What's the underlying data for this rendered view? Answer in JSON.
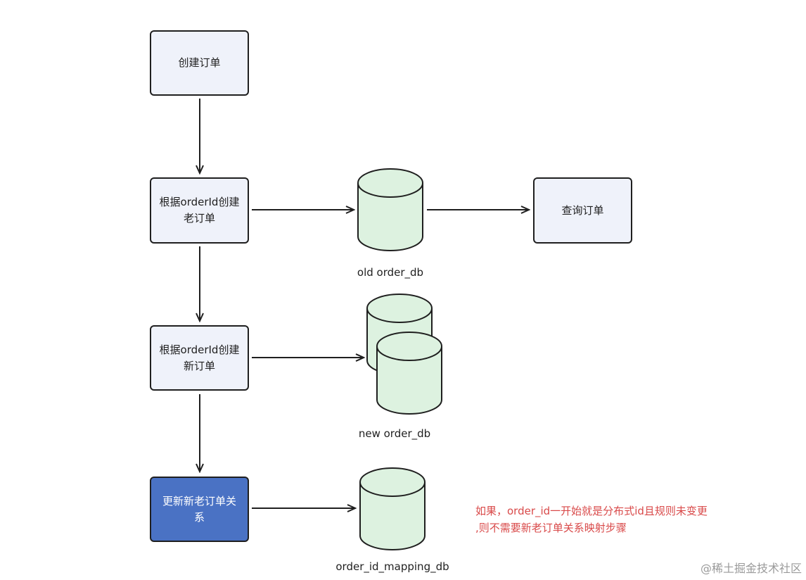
{
  "nodes": {
    "create_order": "创建订单",
    "create_old": "根据orderId创建\n老订单",
    "create_new": "根据orderId创建\n新订单",
    "update_mapping": "更新新老订单关\n系",
    "query_order": "查询订单"
  },
  "databases": {
    "old_db": "old order_db",
    "new_db": "new order_db",
    "mapping_db": "order_id_mapping_db"
  },
  "note": "如果，order_id一开始就是分布式id且规则未变更\n,则不需要新老订单关系映射步骤",
  "watermark": "@稀土掘金技术社区",
  "colors": {
    "box_fill": "#eff2fa",
    "box_highlight_fill": "#4a72c4",
    "db_fill": "#ddf2e0",
    "stroke": "#1f1f1f",
    "note_color": "#d94a4a"
  }
}
